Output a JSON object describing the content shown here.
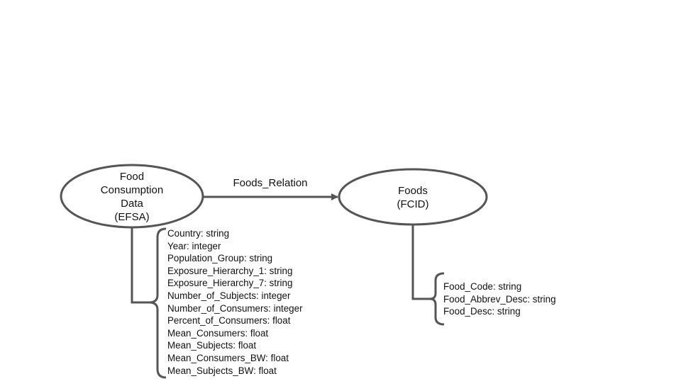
{
  "diagram": {
    "line_color": "#555555",
    "text_color": "#111111",
    "nodes": [
      {
        "id": "food-consumption",
        "label_lines": [
          "Food",
          "Consumption",
          "Data",
          "(EFSA)"
        ],
        "attributes": [
          "Country: string",
          "Year: integer",
          "Population_Group: string",
          "Exposure_Hierarchy_1: string",
          "Exposure_Hierarchy_7: string",
          "Number_of_Subjects: integer",
          "Number_of_Consumers: integer",
          "Percent_of_Consumers: float",
          "Mean_Consumers: float",
          "Mean_Subjects: float",
          "Mean_Consumers_BW: float",
          "Mean_Subjects_BW: float"
        ]
      },
      {
        "id": "foods",
        "label_lines": [
          "Foods",
          "(FCID)"
        ],
        "attributes": [
          "Food_Code: string",
          "Food_Abbrev_Desc: string",
          "Food_Desc: string"
        ]
      }
    ],
    "edges": [
      {
        "from": "food-consumption",
        "to": "foods",
        "label": "Foods_Relation"
      }
    ]
  }
}
